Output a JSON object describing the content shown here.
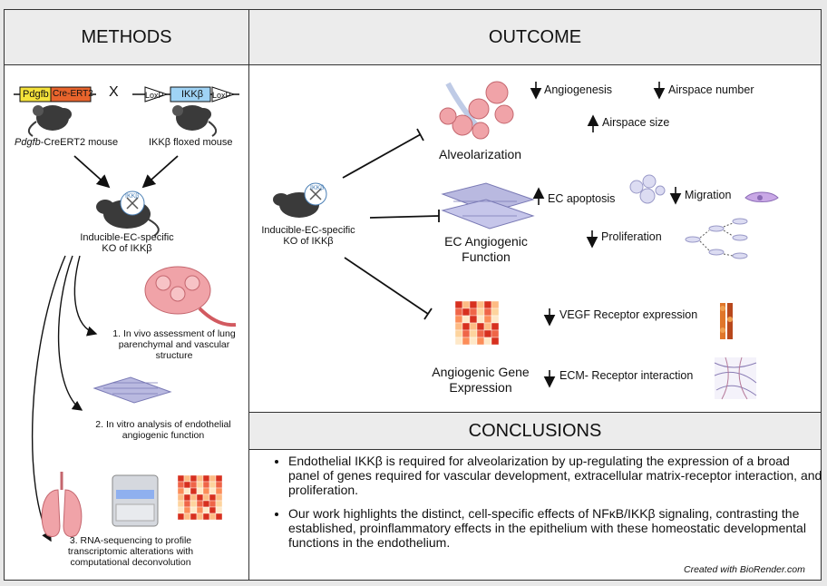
{
  "headers": {
    "methods": "METHODS",
    "outcome": "OUTCOME",
    "conclusions": "CONCLUSIONS"
  },
  "methods": {
    "construct_left": {
      "gene": "Pdgfb",
      "cre": "Cre-ERT2"
    },
    "cross_symbol": "X",
    "construct_right": {
      "loxp_1": "LoxP",
      "gene": "IKKβ",
      "loxp_2": "LoxP"
    },
    "mouse_left_label_italic": "Pdgfb",
    "mouse_left_label_rest": "-CreERT2 mouse",
    "mouse_right_label": "IKKβ floxed mouse",
    "ko_mouse_badge": "IKKβ",
    "ko_label_1": "Inducible-EC-specific",
    "ko_label_2": "KO of IKKβ",
    "step1": [
      "1.  In vivo assessment of lung",
      "parenchymal and vascular",
      "structure"
    ],
    "step2": [
      "2. In vitro analysis of endothelial",
      "angiogenic function"
    ],
    "step3": [
      "3. RNA-sequencing to profile",
      "transcriptomic alterations with",
      "computational deconvolution"
    ]
  },
  "outcome": {
    "ko_badge": "IKKβ",
    "ko_label_1": "Inducible-EC-specific",
    "ko_label_2": "KO of IKKβ",
    "alveolarization": {
      "title": "Alveolarization",
      "effects": [
        {
          "direction": "down",
          "label": "Angiogenesis"
        },
        {
          "direction": "down",
          "label": "Airspace number"
        },
        {
          "direction": "up",
          "label": "Airspace size"
        }
      ]
    },
    "ec_function": {
      "title_1": "EC Angiogenic",
      "title_2": "Function",
      "effects": [
        {
          "direction": "up",
          "label": "EC apoptosis"
        },
        {
          "direction": "down",
          "label": "Migration"
        },
        {
          "direction": "down",
          "label": "Proliferation"
        }
      ]
    },
    "gene_expression": {
      "title_1": "Angiogenic Gene",
      "title_2": "Expression",
      "effects": [
        {
          "direction": "down",
          "label": "VEGF Receptor expression"
        },
        {
          "direction": "down",
          "label": "ECM- Receptor interaction"
        }
      ]
    }
  },
  "conclusions": {
    "bullets": [
      "Endothelial IKKβ is required for alveolarization by up-regulating the expression of a broad panel of genes required for vascular development,  extracellular matrix-receptor interaction, and proliferation.",
      "Our work highlights the distinct, cell-specific effects of NFκB/IKKβ signaling, contrasting the established, proinflammatory effects in the epithelium with these homeostatic developmental functions in the endothelium."
    ]
  },
  "credit": "Created with BioRender.com",
  "colors": {
    "pdgfb_box": "#f5e23a",
    "cre_box": "#e8642c",
    "ikkb_box": "#9fd3f5",
    "mouse": "#3a3a3a",
    "alveoli": "#f0a3a8",
    "cells": "#b9b9e0"
  }
}
